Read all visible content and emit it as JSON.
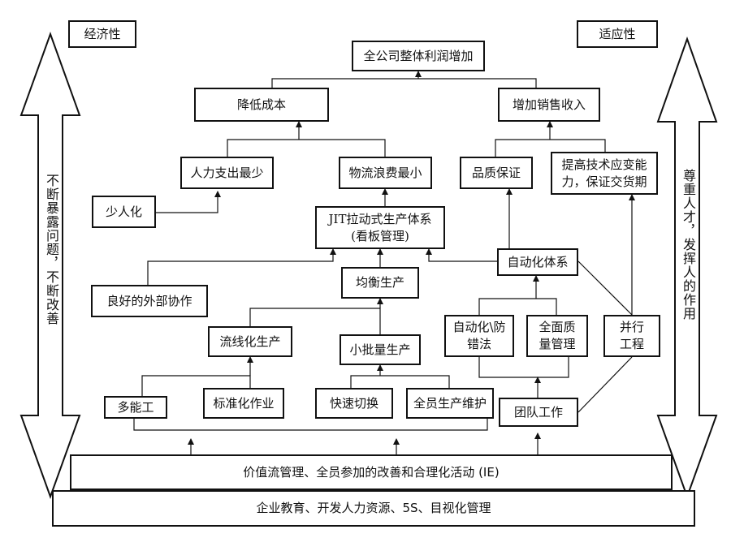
{
  "left_label": "经济性",
  "right_label": "适应性",
  "left_arrow_text": "不断暴露问题，不断改善",
  "right_arrow_text": "尊重人才，发挥人的作用",
  "nodes": {
    "profit": "全公司整体利润增加",
    "reduce_cost": "降低成本",
    "increase_sales": "增加销售收入",
    "labor_cost": "人力支出最少",
    "logistics_waste": "物流浪费最小",
    "quality": "品质保证",
    "tech_adapt_l1": "提高技术应变能",
    "tech_adapt_l2": "力，保证交货期",
    "fewer_people": "少人化",
    "jit_l1": "JIT拉动式生产体系",
    "jit_l2": "(看板管理)",
    "automation_system": "自动化体系",
    "external_coop": "良好的外部协作",
    "leveling": "均衡生产",
    "flow": "流线化生产",
    "small_batch": "小批量生产",
    "poka_l1": "自动化\\防",
    "poka_l2": "错法",
    "tqm_l1": "全面质",
    "tqm_l2": "量管理",
    "concurrent_l1": "并行",
    "concurrent_l2": "工程",
    "multi_skill": "多能工",
    "standard_work": "标准化作业",
    "quick_change": "快速切换",
    "tpm": "全员生产维护",
    "teamwork": "团队工作",
    "ie": "价值流管理、全员参加的改善和合理化活动 (IE)",
    "foundation": "企业教育、开发人力资源、5S、目视化管理"
  }
}
